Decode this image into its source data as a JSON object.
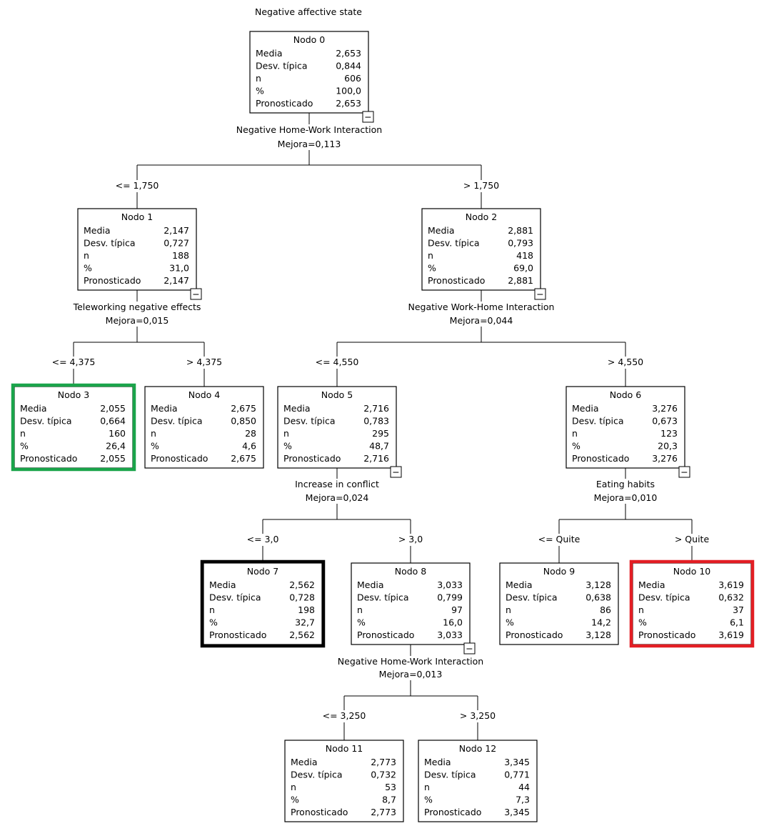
{
  "title": "Negative affective state",
  "row_labels": [
    "Media",
    "Desv. típica",
    "n",
    "%",
    "Pronosticado"
  ],
  "nodes": [
    {
      "id": "0",
      "label": "Nodo 0",
      "values": [
        "2,653",
        "0,844",
        "606",
        "100,0",
        "2,653"
      ],
      "collapse": "−"
    },
    {
      "id": "1",
      "label": "Nodo 1",
      "values": [
        "2,147",
        "0,727",
        "188",
        "31,0",
        "2,147"
      ],
      "collapse": "−"
    },
    {
      "id": "2",
      "label": "Nodo 2",
      "values": [
        "2,881",
        "0,793",
        "418",
        "69,0",
        "2,881"
      ],
      "collapse": "−"
    },
    {
      "id": "3",
      "label": "Nodo 3",
      "values": [
        "2,055",
        "0,664",
        "160",
        "26,4",
        "2,055"
      ],
      "highlight": "#1aa44a"
    },
    {
      "id": "4",
      "label": "Nodo 4",
      "values": [
        "2,675",
        "0,850",
        "28",
        "4,6",
        "2,675"
      ]
    },
    {
      "id": "5",
      "label": "Nodo 5",
      "values": [
        "2,716",
        "0,783",
        "295",
        "48,7",
        "2,716"
      ],
      "collapse": "−"
    },
    {
      "id": "6",
      "label": "Nodo 6",
      "values": [
        "3,276",
        "0,673",
        "123",
        "20,3",
        "3,276"
      ],
      "collapse": "−"
    },
    {
      "id": "7",
      "label": "Nodo 7",
      "values": [
        "2,562",
        "0,728",
        "198",
        "32,7",
        "2,562"
      ],
      "highlight": "#000000"
    },
    {
      "id": "8",
      "label": "Nodo 8",
      "values": [
        "3,033",
        "0,799",
        "97",
        "16,0",
        "3,033"
      ],
      "collapse": "−"
    },
    {
      "id": "9",
      "label": "Nodo 9",
      "values": [
        "3,128",
        "0,638",
        "86",
        "14,2",
        "3,128"
      ]
    },
    {
      "id": "10",
      "label": "Nodo 10",
      "values": [
        "3,619",
        "0,632",
        "37",
        "6,1",
        "3,619"
      ],
      "highlight": "#e31e24"
    },
    {
      "id": "11",
      "label": "Nodo 11",
      "values": [
        "2,773",
        "0,732",
        "53",
        "8,7",
        "2,773"
      ]
    },
    {
      "id": "12",
      "label": "Nodo 12",
      "values": [
        "3,345",
        "0,771",
        "44",
        "7,3",
        "3,345"
      ]
    }
  ],
  "splits": [
    {
      "parent": "0",
      "variable": "Negative Home-Work Interaction",
      "improvement": "Mejora=0,113",
      "children": [
        {
          "node": "1",
          "condition": "<= 1,750"
        },
        {
          "node": "2",
          "condition": "> 1,750"
        }
      ]
    },
    {
      "parent": "1",
      "variable": "Teleworking negative effects",
      "improvement": "Mejora=0,015",
      "children": [
        {
          "node": "3",
          "condition": "<= 4,375"
        },
        {
          "node": "4",
          "condition": "> 4,375"
        }
      ]
    },
    {
      "parent": "2",
      "variable": "Negative Work-Home Interaction",
      "improvement": "Mejora=0,044",
      "children": [
        {
          "node": "5",
          "condition": "<= 4,550"
        },
        {
          "node": "6",
          "condition": "> 4,550"
        }
      ]
    },
    {
      "parent": "5",
      "variable": "Increase in conflict",
      "improvement": "Mejora=0,024",
      "children": [
        {
          "node": "7",
          "condition": "<= 3,0"
        },
        {
          "node": "8",
          "condition": "> 3,0"
        }
      ]
    },
    {
      "parent": "6",
      "variable": "Eating habits",
      "improvement": "Mejora=0,010",
      "children": [
        {
          "node": "9",
          "condition": "<= Quite"
        },
        {
          "node": "10",
          "condition": "> Quite"
        }
      ]
    },
    {
      "parent": "8",
      "variable": "Negative Home-Work Interaction",
      "improvement": "Mejora=0,013",
      "children": [
        {
          "node": "11",
          "condition": "<= 3,250"
        },
        {
          "node": "12",
          "condition": "> 3,250"
        }
      ]
    }
  ]
}
